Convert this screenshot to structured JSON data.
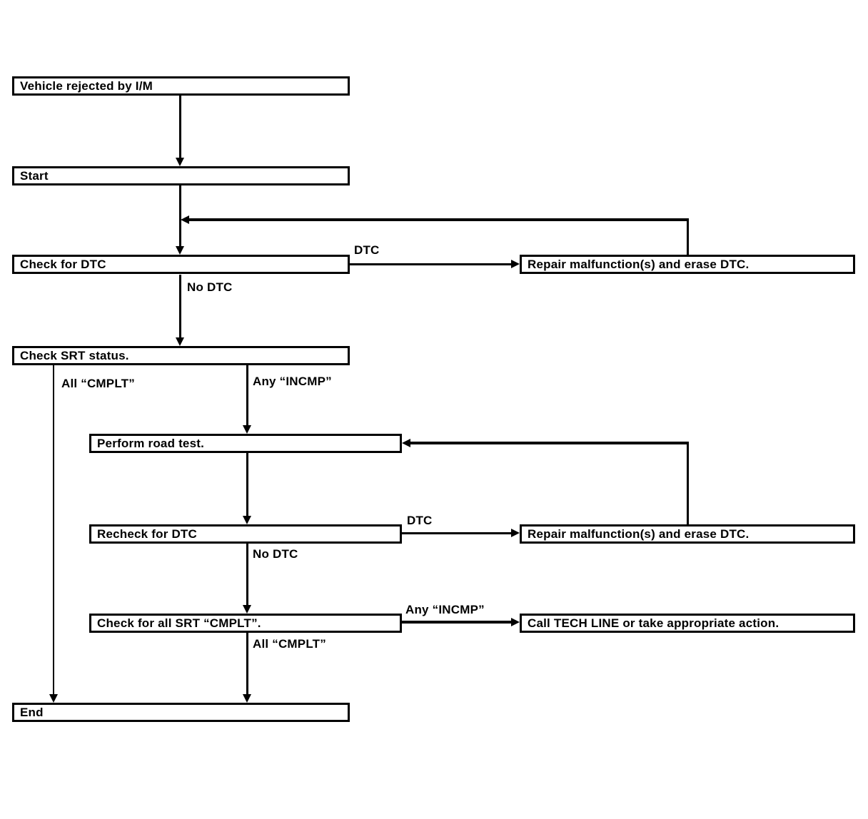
{
  "diagram": {
    "type": "flowchart",
    "background_color": "#ffffff",
    "line_color": "#000000",
    "box_fill_color": "#ffffff",
    "nodes": {
      "vehicle_rejected": {
        "label": "Vehicle rejected by I/M"
      },
      "start": {
        "label": "Start"
      },
      "check_for_dtc": {
        "label": "Check for DTC"
      },
      "repair_erase_dtc_1": {
        "label": "Repair malfunction(s) and erase DTC."
      },
      "check_srt_status": {
        "label": "Check SRT status."
      },
      "perform_road_test": {
        "label": "Perform road test."
      },
      "recheck_for_dtc": {
        "label": "Recheck for DTC"
      },
      "repair_erase_dtc_2": {
        "label": "Repair malfunction(s) and erase DTC."
      },
      "check_all_srt_cmplt": {
        "label": "Check for all SRT “CMPLT”."
      },
      "call_tech_line": {
        "label": "Call TECH LINE or take appropriate action."
      },
      "end": {
        "label": "End"
      }
    },
    "edge_labels": {
      "check_dtc_yes": "DTC",
      "check_dtc_no": "No DTC",
      "srt_all_cmplt": "All “CMPLT”",
      "srt_any_incmp": "Any “INCMP”",
      "recheck_dtc_yes": "DTC",
      "recheck_dtc_no": "No DTC",
      "srt2_any_incmp": "Any “INCMP”",
      "srt2_all_cmplt": "All “CMPLT”"
    },
    "edges": [
      {
        "from": "vehicle_rejected",
        "to": "start",
        "label": ""
      },
      {
        "from": "start",
        "to": "check_for_dtc",
        "label": ""
      },
      {
        "from": "check_for_dtc",
        "to": "repair_erase_dtc_1",
        "label": "DTC"
      },
      {
        "from": "repair_erase_dtc_1",
        "to": "check_for_dtc",
        "label": ""
      },
      {
        "from": "check_for_dtc",
        "to": "check_srt_status",
        "label": "No DTC"
      },
      {
        "from": "check_srt_status",
        "to": "end",
        "label": "All “CMPLT”"
      },
      {
        "from": "check_srt_status",
        "to": "perform_road_test",
        "label": "Any “INCMP”"
      },
      {
        "from": "perform_road_test",
        "to": "recheck_for_dtc",
        "label": ""
      },
      {
        "from": "recheck_for_dtc",
        "to": "repair_erase_dtc_2",
        "label": "DTC"
      },
      {
        "from": "repair_erase_dtc_2",
        "to": "perform_road_test",
        "label": ""
      },
      {
        "from": "recheck_for_dtc",
        "to": "check_all_srt_cmplt",
        "label": "No DTC"
      },
      {
        "from": "check_all_srt_cmplt",
        "to": "call_tech_line",
        "label": "Any “INCMP”"
      },
      {
        "from": "check_all_srt_cmplt",
        "to": "end",
        "label": "All “CMPLT”"
      }
    ]
  }
}
